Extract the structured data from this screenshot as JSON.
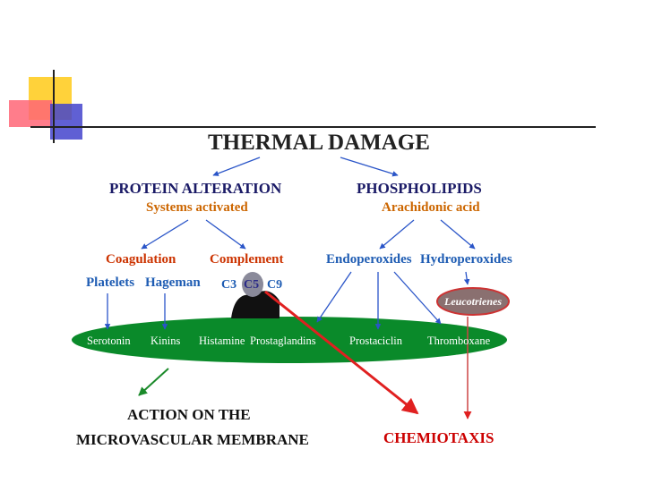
{
  "diagram": {
    "title": "THERMAL DAMAGE",
    "protein_alteration": "PROTEIN ALTERATION",
    "systems_activated": "Systems activated",
    "phospholipids": "PHOSPHOLIPIDS",
    "arachidonic_acid": "Arachidonic acid",
    "coagulation": "Coagulation",
    "complement": "Complement",
    "endoperoxides": "Endoperoxides",
    "hydroperoxides": "Hydroperoxides",
    "platelets": "Platelets",
    "hageman": "Hageman",
    "c3": "C3",
    "c5": "C5",
    "c9": "C9",
    "leucotrienes": "Leucotrienes",
    "serotonin": "Serotonin",
    "kinins": "Kinins",
    "histamine": "Histamine",
    "prostaglandins": "Prostaglandins",
    "prostaciclin": "Prostaciclin",
    "thromboxane": "Thromboxane",
    "action_line1": "ACTION ON THE",
    "action_line2": "MICROVASCULAR MEMBRANE",
    "chemiotaxis": "CHEMIOTAXIS"
  },
  "colors": {
    "arrow_blue": "#2a55c8",
    "oval_green": "#0a8a2a",
    "arrow_red": "#e02020",
    "leuco_oval": "#8a7070",
    "deco_yellow": "#ffd23a",
    "deco_red": "#ff6677",
    "deco_blue": "#4444cc"
  }
}
